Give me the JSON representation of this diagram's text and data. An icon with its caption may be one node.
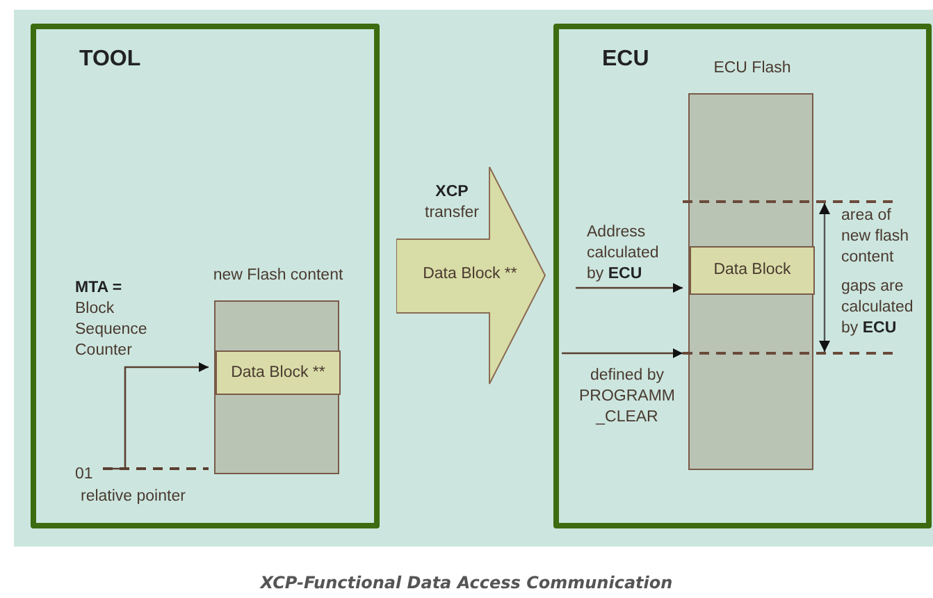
{
  "diagram": {
    "caption": "XCP-Functional Data Access Communication",
    "nodes": [
      {
        "text": [
          "TOOL"
        ]
      },
      {
        "text": [
          "new Flash content"
        ],
        "in": 0
      },
      {
        "text": [
          "Data Block **"
        ],
        "in": 1
      },
      {
        "text": [
          "01"
        ],
        "in": 0
      },
      {
        "text": [
          "ECU"
        ]
      },
      {
        "text": [
          "ECU Flash"
        ],
        "in": 4
      },
      {
        "text": [
          "Data Block"
        ],
        "in": 5
      },
      {
        "text": [
          "Data Block **"
        ],
        "beside": [
          "**XCP** transfer"
        ]
      },
      {
        "text": [
          "Address calculated by **ECU**"
        ],
        "in": 4
      },
      {
        "text": [
          "defined by PROGRAMM _CLEAR"
        ],
        "in": 4
      }
    ],
    "edges": [
      {
        "from": 3,
        "to": 2,
        "arrow": "to"
      },
      {
        "from": 3,
        "to": 1,
        "arrow": "none",
        "style": "dashed"
      },
      {
        "from": 8,
        "to": 5,
        "arrow": "to"
      },
      {
        "from": 9,
        "to": 5,
        "arrow": "to"
      }
    ],
    "labels": [
      "**MTA =** Block Sequence Counter",
      "relative pointer",
      "area of new flash content",
      "gaps are calculated by **ECU**"
    ]
  }
}
